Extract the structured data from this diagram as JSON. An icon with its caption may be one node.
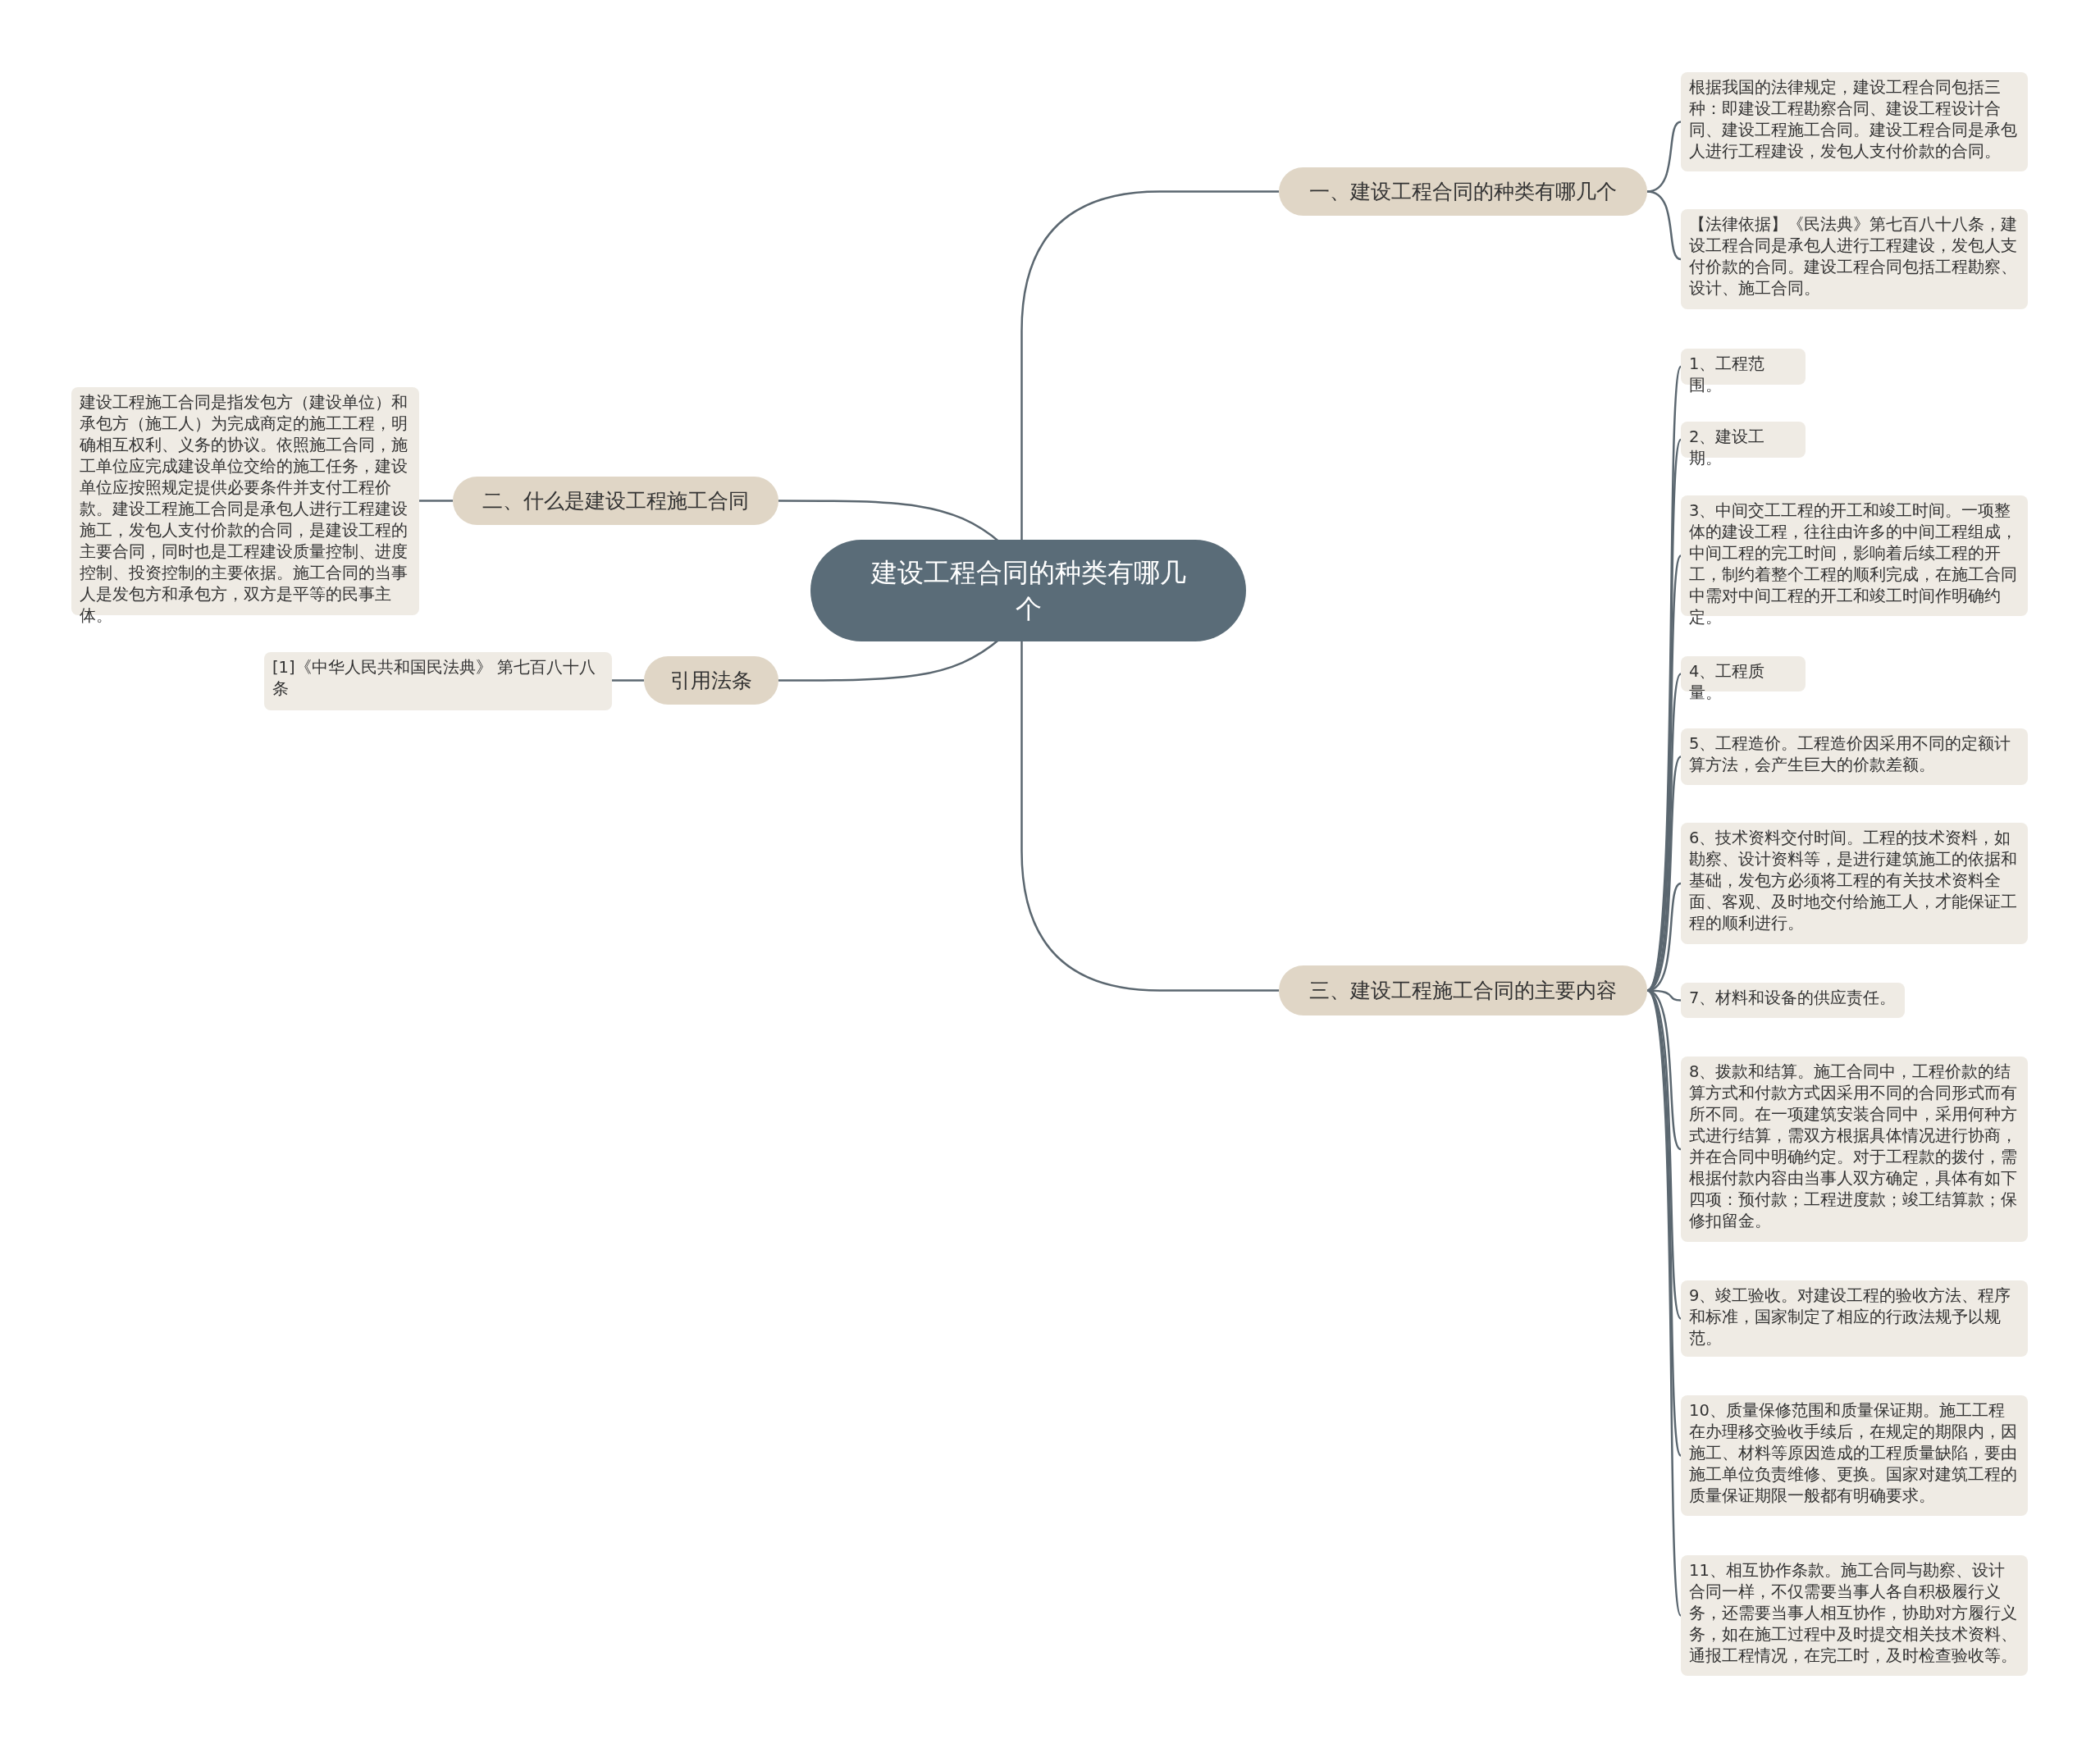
{
  "diagram": {
    "nodes": [
      {
        "text": [
          "建设工程合同的种类有哪几个"
        ]
      },
      {
        "text": [
          "一、建设工程合同的种类有哪几个"
        ]
      },
      {
        "text": [
          "根据我国的法律规定，建设工程合同包括三种：即建设工程勘察合同、建设工程设计合同、建设工程施工合同。建设工程合同是承包人进行工程建设，发包人支付价款的合同。"
        ]
      },
      {
        "text": [
          "【法律依据】《民法典》第七百八十八条，建设工程合同是承包人进行工程建设，发包人支付价款的合同。建设工程合同包括工程勘察、设计、施工合同。"
        ]
      },
      {
        "text": [
          "二、什么是建设工程施工合同"
        ]
      },
      {
        "text": [
          "建设工程施工合同是指发包方（建设单位）和承包方（施工人）为完成商定的施工工程，明确相互权利、义务的协议。依照施工合同，施工单位应完成建设单位交给的施工任务，建设单位应按照规定提供必要条件并支付工程价款。建设工程施工合同是承包人进行工程建设施工，发包人支付价款的合同，是建设工程的主要合同，同时也是工程建设质量控制、进度控制、投资控制的主要依据。施工合同的当事人是发包方和承包方，双方是平等的民事主体。"
        ]
      },
      {
        "text": [
          "引用法条"
        ]
      },
      {
        "text": [
          "[1]《中华人民共和国民法典》 第七百八十八条"
        ]
      },
      {
        "text": [
          "三、建设工程施工合同的主要内容"
        ]
      },
      {
        "text": [
          "1、工程范围。"
        ]
      },
      {
        "text": [
          "2、建设工期。"
        ]
      },
      {
        "text": [
          "3、中间交工工程的开工和竣工时间。一项整体的建设工程，往往由许多的中间工程组成，中间工程的完工时间，影响着后续工程的开工，制约着整个工程的顺利完成，在施工合同中需对中间工程的开工和竣工时间作明确约定。"
        ]
      },
      {
        "text": [
          "4、工程质量。"
        ]
      },
      {
        "text": [
          "5、工程造价。工程造价因采用不同的定额计算方法，会产生巨大的价款差额。"
        ]
      },
      {
        "text": [
          "6、技术资料交付时间。工程的技术资料，如勘察、设计资料等，是进行建筑施工的依据和基础，发包方必须将工程的有关技术资料全面、客观、及时地交付给施工人，才能保证工程的顺利进行。"
        ]
      },
      {
        "text": [
          "7、材料和设备的供应责任。"
        ]
      },
      {
        "text": [
          "8、拨款和结算。施工合同中，工程价款的结算方式和付款方式因采用不同的合同形式而有所不同。在一项建筑安装合同中，采用何种方式进行结算，需双方根据具体情况进行协商，并在合同中明确约定。对于工程款的拨付，需根据付款内容由当事人双方确定，具体有如下四项：预付款；工程进度款；竣工结算款；保修扣留金。"
        ]
      },
      {
        "text": [
          "9、竣工验收。对建设工程的验收方法、程序和标准，国家制定了相应的行政法规予以规范。"
        ]
      },
      {
        "text": [
          "10、质量保修范围和质量保证期。施工工程在办理移交验收手续后，在规定的期限内，因施工、材料等原因造成的工程质量缺陷，要由施工单位负责维修、更换。国家对建筑工程的质量保证期限一般都有明确要求。"
        ]
      },
      {
        "text": [
          "11、相互协作条款。施工合同与勘察、设计合同一样，不仅需要当事人各自积极履行义务，还需要当事人相互协作，协助对方履行义务，如在施工过程中及时提交相关技术资料、通报工程情况，在完工时，及时检查验收等。"
        ]
      }
    ],
    "edges": [
      {
        "from": 0,
        "to": 1,
        "arrow": "none"
      },
      {
        "from": 1,
        "to": 2,
        "arrow": "none"
      },
      {
        "from": 1,
        "to": 3,
        "arrow": "none"
      },
      {
        "from": 0,
        "to": 4,
        "arrow": "none"
      },
      {
        "from": 4,
        "to": 5,
        "arrow": "none"
      },
      {
        "from": 0,
        "to": 6,
        "arrow": "none"
      },
      {
        "from": 6,
        "to": 7,
        "arrow": "none"
      },
      {
        "from": 0,
        "to": 8,
        "arrow": "none"
      },
      {
        "from": 8,
        "to": 9,
        "arrow": "none"
      },
      {
        "from": 8,
        "to": 10,
        "arrow": "none"
      },
      {
        "from": 8,
        "to": 11,
        "arrow": "none"
      },
      {
        "from": 8,
        "to": 12,
        "arrow": "none"
      },
      {
        "from": 8,
        "to": 13,
        "arrow": "none"
      },
      {
        "from": 8,
        "to": 14,
        "arrow": "none"
      },
      {
        "from": 8,
        "to": 15,
        "arrow": "none"
      },
      {
        "from": 8,
        "to": 16,
        "arrow": "none"
      },
      {
        "from": 8,
        "to": 17,
        "arrow": "none"
      },
      {
        "from": 8,
        "to": 18,
        "arrow": "none"
      },
      {
        "from": 8,
        "to": 19,
        "arrow": "none"
      }
    ]
  }
}
